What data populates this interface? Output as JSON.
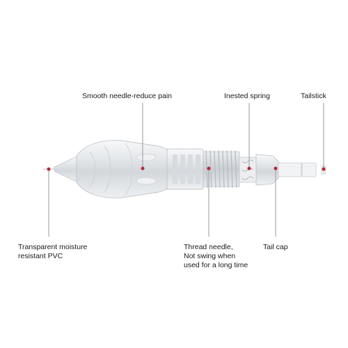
{
  "callouts": {
    "smooth_needle": "Smooth needle-reduce pain",
    "nested_spring": "Inested spring",
    "tailstick": "Tailstick",
    "pvc": [
      "Transparent moisture",
      "resistant PVC"
    ],
    "thread_needle": [
      "Thread needle,",
      "Not swing when",
      "used for a long time"
    ],
    "tail_cap": "Tail cap"
  },
  "colors": {
    "marker": "#b3283a",
    "leader": "#9a9a9a",
    "body": "#e4e7ea",
    "outline": "#b9bec4"
  }
}
